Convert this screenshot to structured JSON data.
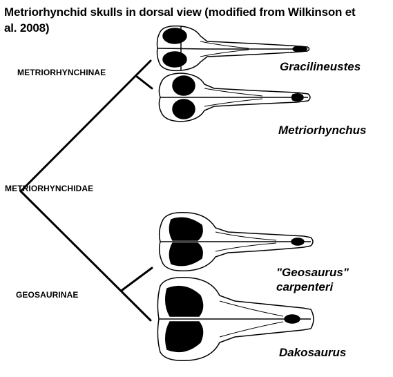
{
  "title": "Metriorhynchid skulls in dorsal view (modified from Wilkinson et al. 2008)",
  "clade_labels": {
    "metriorhynchinae": "METRIORHYNCHINAE",
    "metriorhynchidae": "METRIORHYNCHIDAE",
    "geosaurinae": "GEOSAURINAE"
  },
  "taxa": {
    "gracilineustes": "Gracilineustes",
    "metriorhynchus": "Metriorhynchus",
    "geosaurus_line1": "\"Geosaurus\"",
    "geosaurus_line2": "carpenteri",
    "dakosaurus": "Dakosaurus"
  },
  "colors": {
    "line": "#000000",
    "fill": "#ffffff",
    "fenestra": "#000000"
  }
}
